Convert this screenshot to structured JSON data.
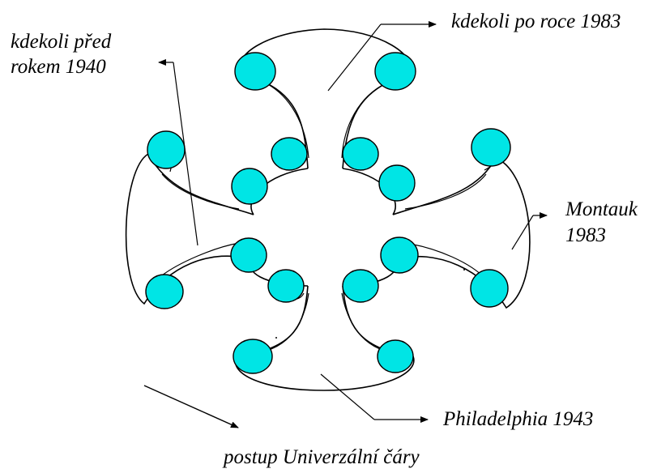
{
  "colors": {
    "node": "#00e5e5",
    "stroke": "#000000",
    "background": "#ffffff"
  },
  "labels": {
    "after_1983": "kdekoli po roce 1983",
    "before_1940_line1": "kdekoli před",
    "before_1940_line2": "rokem 1940",
    "montauk_line1": "Montauk",
    "montauk_line2": "1983",
    "philadelphia": "Philadelphia 1943",
    "progress": "postup Univerzální čáry"
  }
}
